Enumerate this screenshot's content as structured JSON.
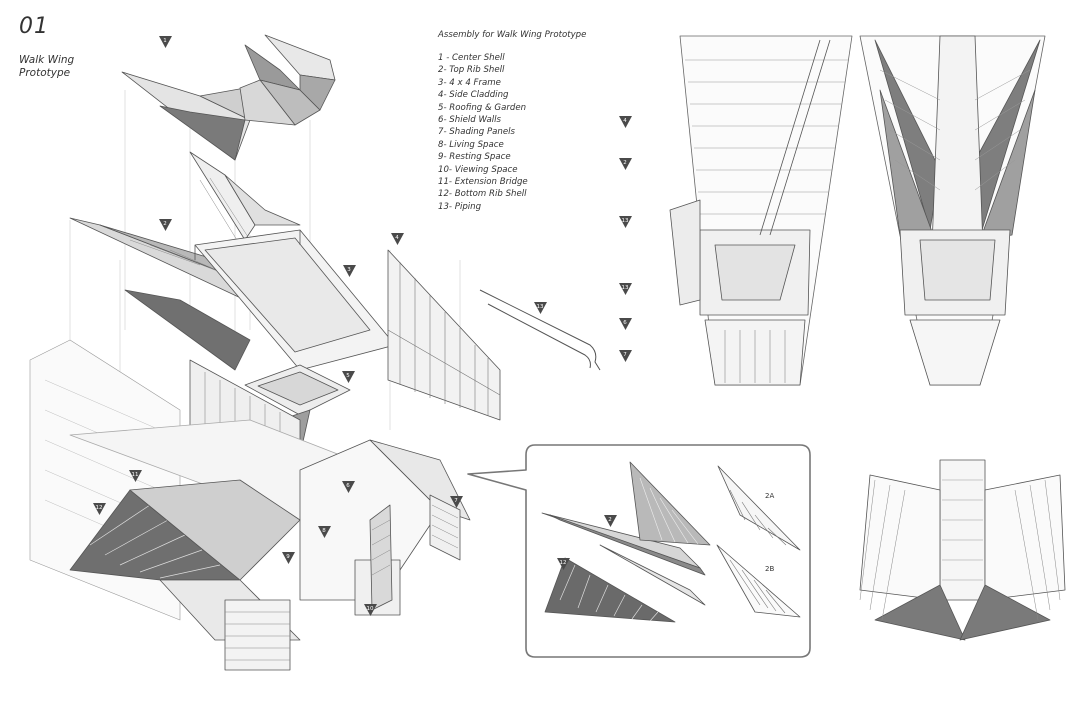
{
  "sheet": {
    "number": "01",
    "title_line1": "Walk Wing",
    "title_line2": "Prototype"
  },
  "legend": {
    "title": "Assembly for Walk Wing Prototype",
    "items": [
      "1 - Center Shell",
      "2- Top Rib Shell",
      "3- 4 x 4 Frame",
      "4- Side Cladding",
      "5- Roofing & Garden",
      "6- Shield Walls",
      "7- Shading Panels",
      "8- Living Space",
      "9- Resting Space",
      "10- Viewing Space",
      "11- Extension Bridge",
      "12- Bottom Rib Shell",
      "13- Piping"
    ]
  },
  "markers": {
    "exploded": [
      "1",
      "2",
      "3",
      "4",
      "5",
      "13",
      "6",
      "7",
      "8",
      "9",
      "10",
      "11",
      "12"
    ],
    "plan_left": [
      "4",
      "2",
      "13",
      "13",
      "6",
      "7"
    ],
    "detail": [
      "2",
      "12"
    ],
    "detail_sub": [
      "2A",
      "2B"
    ]
  },
  "colors": {
    "line": "#555555",
    "light_fill": "#e2e2e2",
    "mid_fill": "#b4b4b4",
    "dark_fill": "#7a7a7a",
    "tag_fill": "#4a4a4a"
  }
}
